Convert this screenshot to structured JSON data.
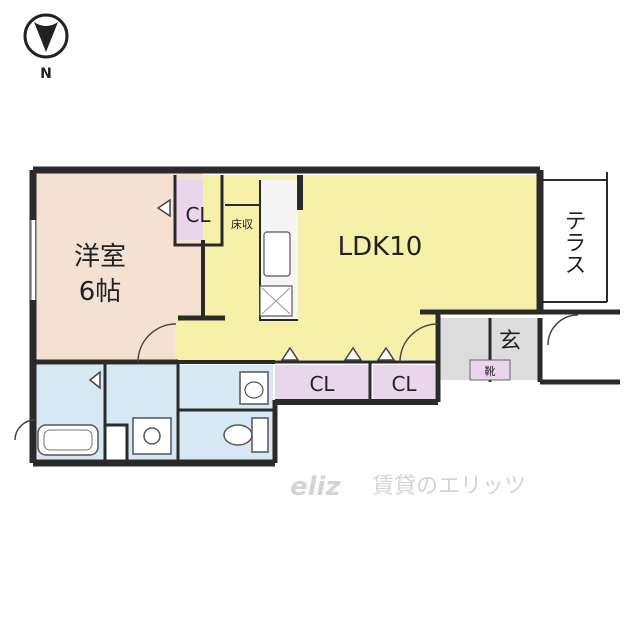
{
  "compass": {
    "label": "N"
  },
  "rooms": {
    "western_room_name": "洋室",
    "western_room_size": "6帖",
    "ldk": "LDK10",
    "terrace": "テラス",
    "entrance": "玄",
    "shoe_box": "靴",
    "floor_storage": "床収",
    "closet_label": "CL"
  },
  "watermark": {
    "logo": "eliz",
    "brand": "賃貸のエリッツ"
  },
  "colors": {
    "ldk": "#f7f0a8",
    "western": "#f5e1d2",
    "closet": "#ead6ec",
    "wet": "#d5e8f4",
    "entrance": "#dcdcdc",
    "wall": "#2a2a2a"
  }
}
